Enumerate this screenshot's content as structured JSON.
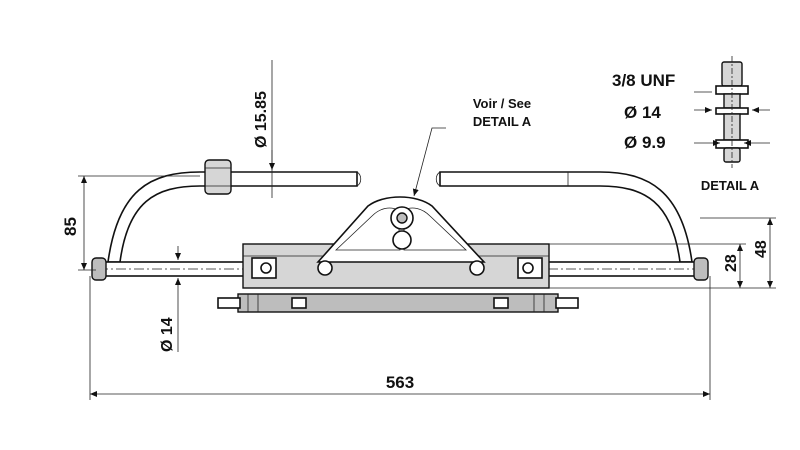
{
  "callout": {
    "line1": "Voir / See",
    "line2": "DETAIL A"
  },
  "detail": {
    "thread": "3/8 UNF",
    "outer_diameter": "Ø 14",
    "inner_diameter": "Ø 9.9",
    "label": "DETAIL A"
  },
  "dimensions": {
    "pipe_diameter": "Ø 15.85",
    "tie_rod_diameter": "Ø 14",
    "height_85": "85",
    "height_28": "28",
    "height_48": "48",
    "overall_length": "563"
  }
}
